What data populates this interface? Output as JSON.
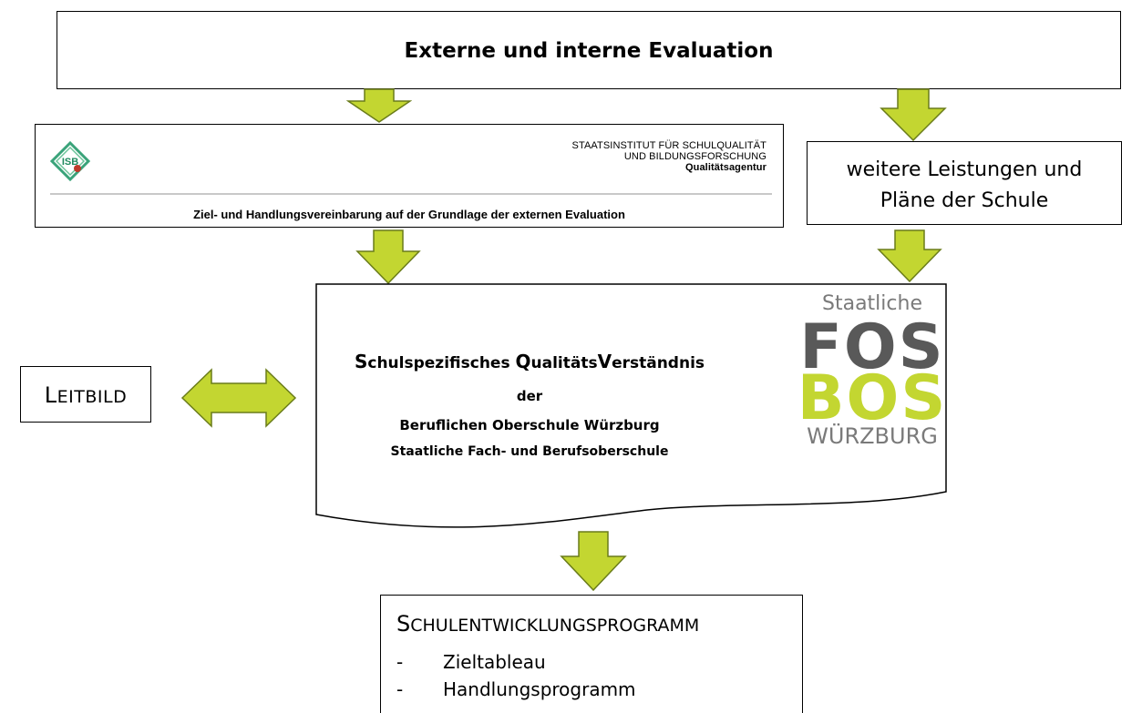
{
  "colors": {
    "arrow_fill": "#c3d631",
    "arrow_stroke": "#6a7c1a",
    "fosbos_dark": "#595959",
    "fosbos_green": "#c3d631"
  },
  "top_box": {
    "title": "Externe und interne Evaluation"
  },
  "isb_box": {
    "logo_text": "ISB",
    "header_line1": "STAATSINSTITUT FÜR SCHULQUALITÄT",
    "header_line2": "UND BILDUNGSFORSCHUNG",
    "header_line3": "Qualitätsagentur",
    "caption": "Ziel- und Handlungsvereinbarung auf der Grundlage der externen Evaluation"
  },
  "weitere_box": {
    "line1": "weitere Leistungen und",
    "line2": "Pläne der Schule"
  },
  "document": {
    "line1_parts": [
      "S",
      "chulspezifisches ",
      "Q",
      "ualitäts",
      "V",
      "erständnis"
    ],
    "line2": "der",
    "line3": "Beruflichen Oberschule Würzburg",
    "line4": "Staatliche Fach- und Berufsoberschule"
  },
  "fosbos_logo": {
    "top": "Staatliche",
    "fos": "FOS",
    "bos": "BOS",
    "city": "WÜRZBURG"
  },
  "leitbild": {
    "initial": "L",
    "rest": "EITBILD"
  },
  "schulentwicklung": {
    "title_initial": "S",
    "title_rest": "CHULENTWICKLUNGSPROGRAMM",
    "items": [
      {
        "dash": "-",
        "label": "Zieltableau"
      },
      {
        "dash": "-",
        "label": "Handlungsprogramm"
      }
    ]
  }
}
